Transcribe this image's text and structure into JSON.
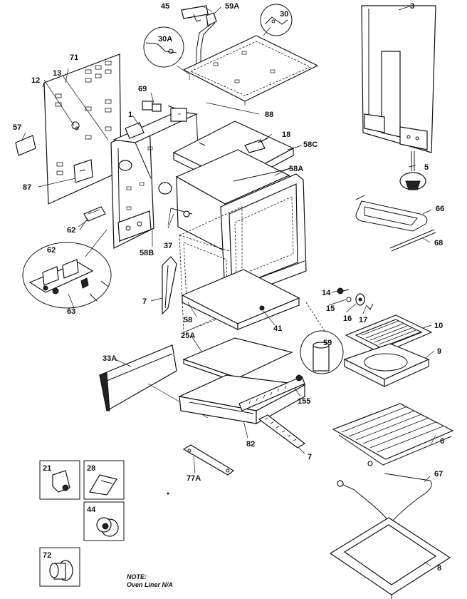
{
  "labels": {
    "p45": "45",
    "p59A": "59A",
    "p30": "30",
    "p3": "3",
    "p30A": "30A",
    "p71": "71",
    "p12": "12",
    "p13": "13",
    "p69": "69",
    "p1": "1",
    "p88": "88",
    "p18": "18",
    "p58C": "58C",
    "p57": "57",
    "p5": "5",
    "p58A": "58A",
    "p87": "87",
    "p66": "66",
    "p68": "68",
    "p62a": "62",
    "p62b": "62",
    "p37": "37",
    "p58B": "58B",
    "p7a": "7",
    "p14": "14",
    "p15": "15",
    "p16": "16",
    "p17": "17",
    "p63": "63",
    "p58": "58",
    "p41": "41",
    "p10": "10",
    "p25A": "25A",
    "p59": "59",
    "p9": "9",
    "p33A": "33A",
    "p155": "155",
    "p82": "82",
    "p7b": "7",
    "p6": "6",
    "p21": "21",
    "p28": "28",
    "p77A": "77A",
    "p67": "67",
    "p44": "44",
    "p72": "72",
    "p8": "8"
  },
  "note": {
    "title": "NOTE:",
    "text": "Oven Liner N/A"
  }
}
